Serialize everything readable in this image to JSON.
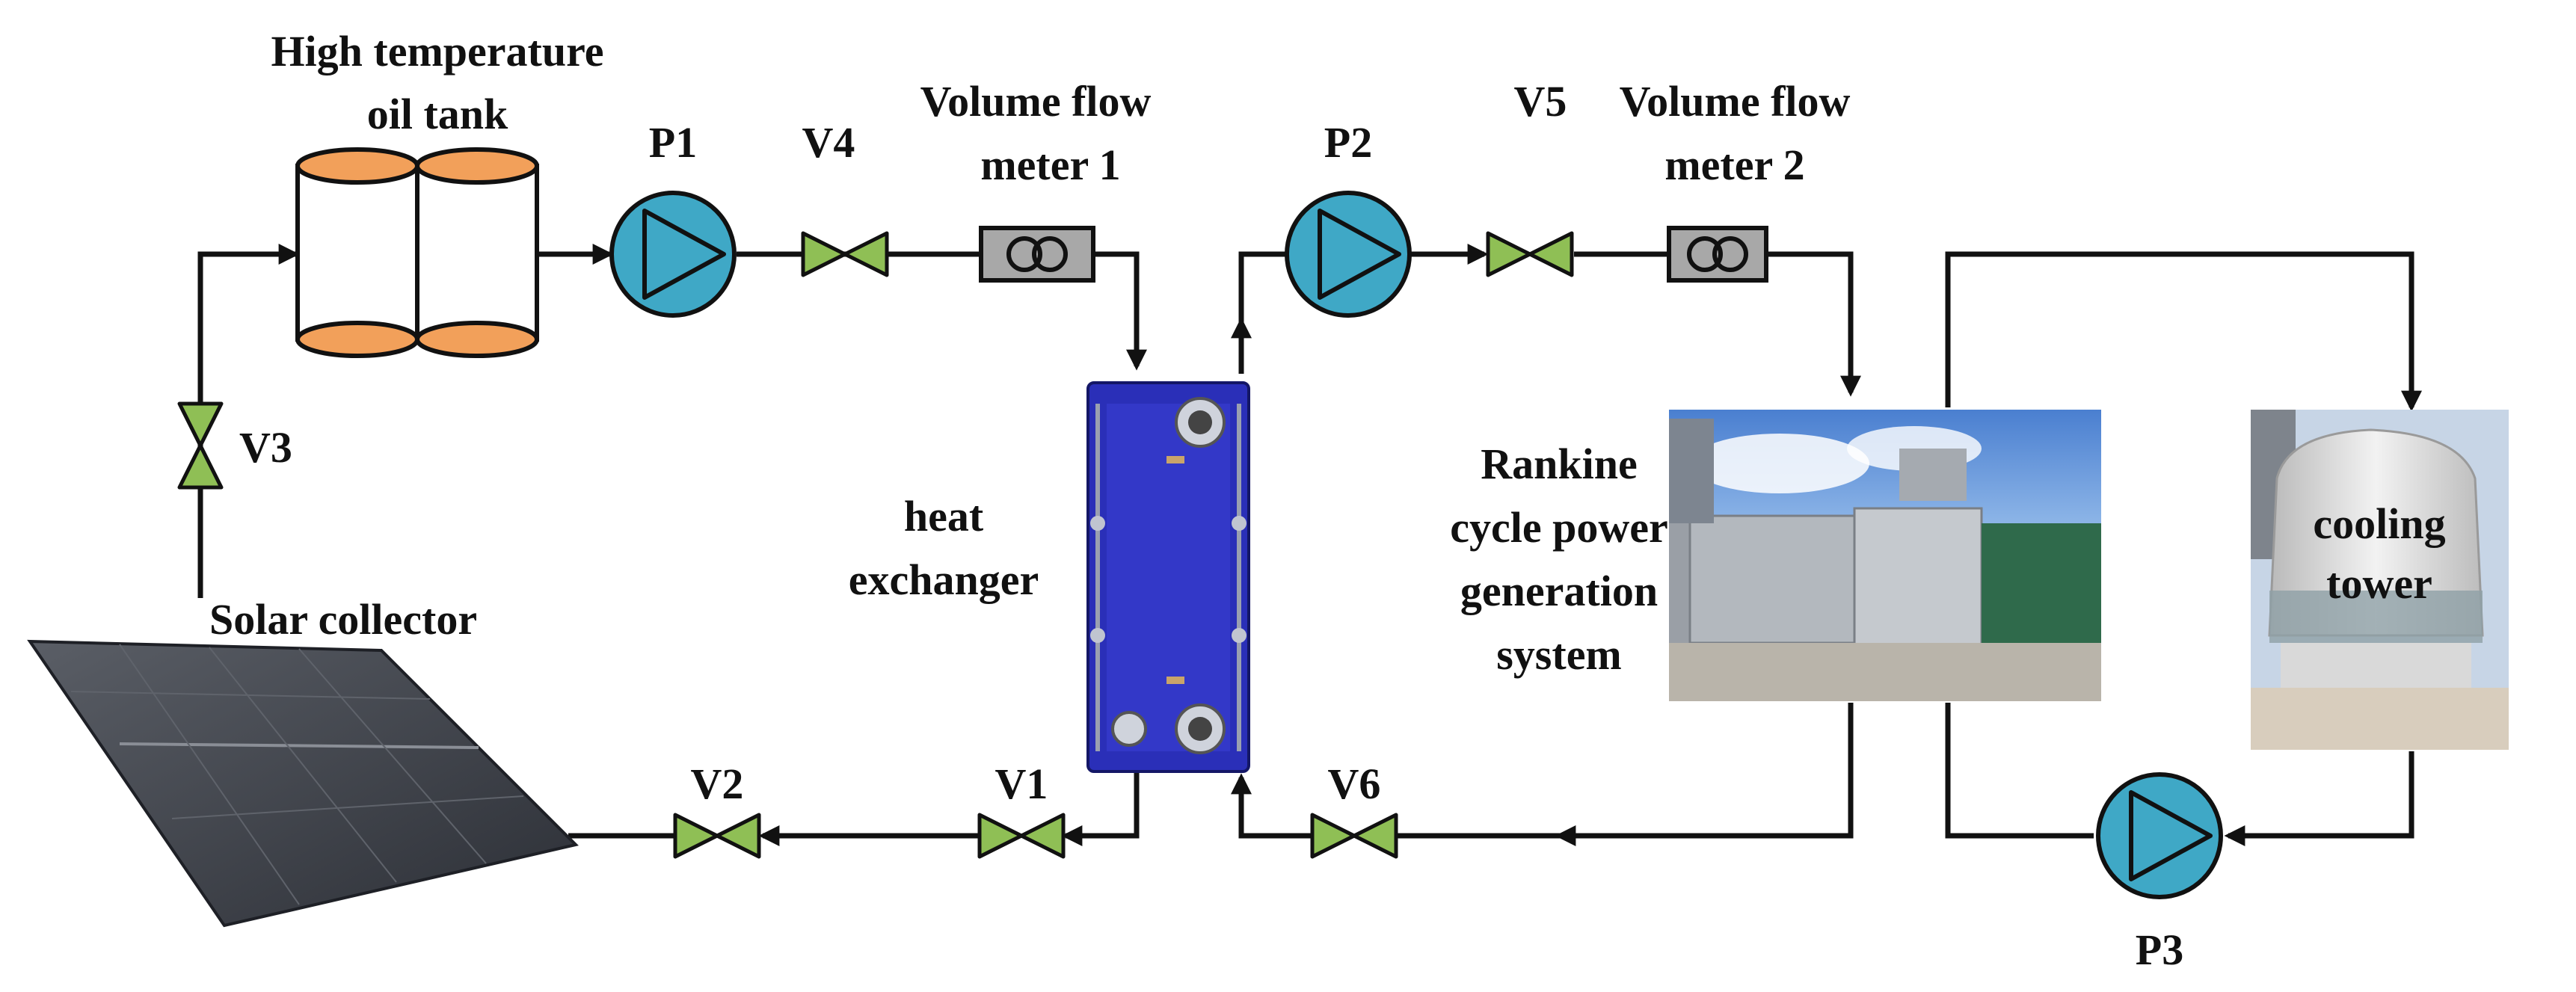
{
  "labels": {
    "tank": [
      "High temperature",
      "oil tank"
    ],
    "p1": "P1",
    "p2": "P2",
    "p3": "P3",
    "v1": "V1",
    "v2": "V2",
    "v3": "V3",
    "v4": "V4",
    "v5": "V5",
    "v6": "V6",
    "meter1": [
      "Volume flow",
      "meter 1"
    ],
    "meter2": [
      "Volume flow",
      "meter 2"
    ],
    "heat_exchanger": [
      "heat",
      "exchanger"
    ],
    "rankine": [
      "Rankine",
      "cycle power",
      "generation",
      "system"
    ],
    "cooling": [
      "cooling",
      "tower"
    ],
    "solar": "Solar collector"
  },
  "colors": {
    "pump_fill": "#3fa8c6",
    "valve_fill": "#8fbf55",
    "tank_cap": "#f2a05a",
    "meter_fill": "#a8a8a8",
    "exchanger_blue": "#2a2fb8",
    "pipe": "#111111"
  },
  "icons": {
    "pump": "pump-icon",
    "valve": "valve-icon",
    "flow_meter": "flow-meter-icon",
    "tank": "tank-icon"
  }
}
